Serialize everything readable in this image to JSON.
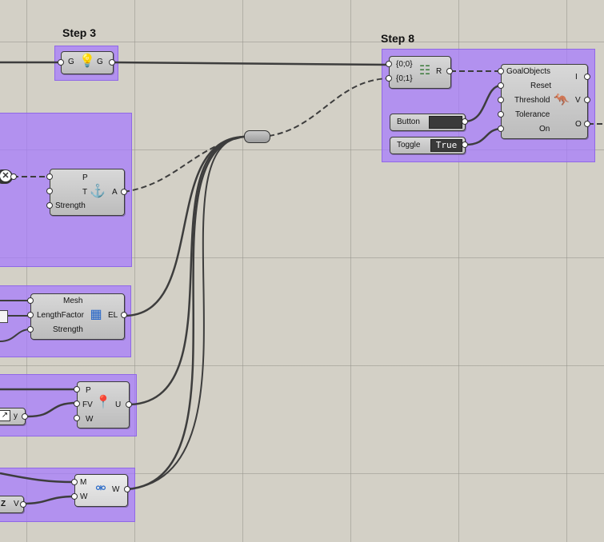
{
  "groups": {
    "step3_label": "Step 3",
    "step8_label": "Step 8"
  },
  "relay": {
    "in": "G",
    "out": "G"
  },
  "merge": {
    "in1": "{0;0}",
    "in2": "{0;1}",
    "out": "R"
  },
  "solver": {
    "inputs": [
      "GoalObjects",
      "Reset",
      "Threshold",
      "Tolerance",
      "On"
    ],
    "outputs": [
      "I",
      "V",
      "O"
    ]
  },
  "button": {
    "label": "Button"
  },
  "toggle": {
    "label": "Toggle",
    "value": "True"
  },
  "anchor": {
    "inputs": [
      "P",
      "T",
      "Strength"
    ],
    "output": "A"
  },
  "edge_lengths": {
    "inputs": [
      "Mesh",
      "LengthFactor",
      "Strength"
    ],
    "output": "EL"
  },
  "load": {
    "inputs": [
      "P",
      "FV",
      "W"
    ],
    "output": "U"
  },
  "wind": {
    "inputs": [
      "M",
      "W"
    ],
    "output": "W"
  },
  "partial": {
    "y_label": "y",
    "v_label": "V",
    "z_glyph": "Z"
  },
  "icons": {
    "relay": "lightbulb-icon",
    "merge": "stairs-icon",
    "solver": "kangaroo-icon",
    "anchor": "anchor-icon",
    "edge_lengths": "mesh-grid-icon",
    "load": "load-pin-icon",
    "wind": "wind-turbine-icon",
    "close": "close-icon"
  },
  "colors": {
    "canvas": "#d3d0c6",
    "group": "#a678ff",
    "component": "#c8c8c8",
    "wire": "#444444"
  }
}
